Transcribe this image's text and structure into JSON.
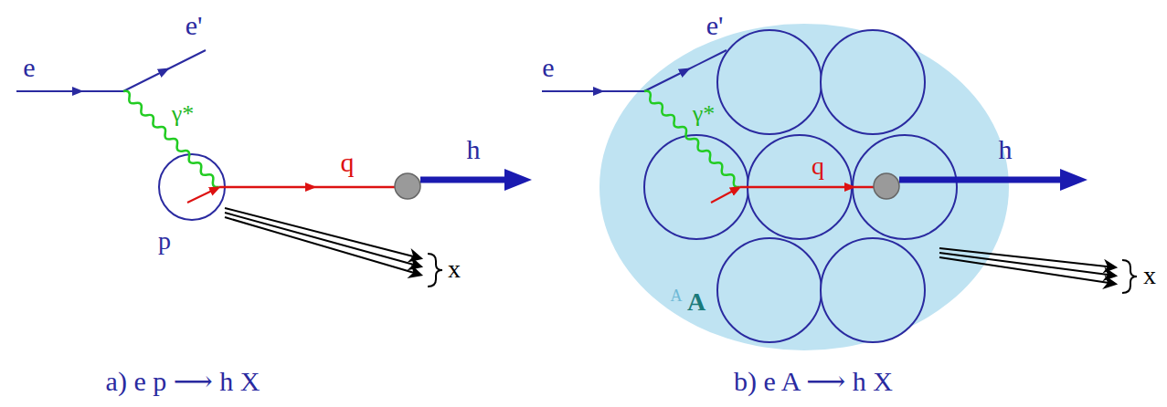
{
  "diagram": {
    "nodes": [
      {
        "text": [
          "p"
        ]
      },
      {
        "text": [
          "A",
          "A"
        ]
      }
    ],
    "labels": [
      "e",
      "e'",
      "γ*",
      "q",
      "h",
      "x",
      "a) e p ⟶ h X",
      "e",
      "e'",
      "γ*",
      "q",
      "h",
      "x",
      "b) e A ⟶ h X"
    ]
  }
}
